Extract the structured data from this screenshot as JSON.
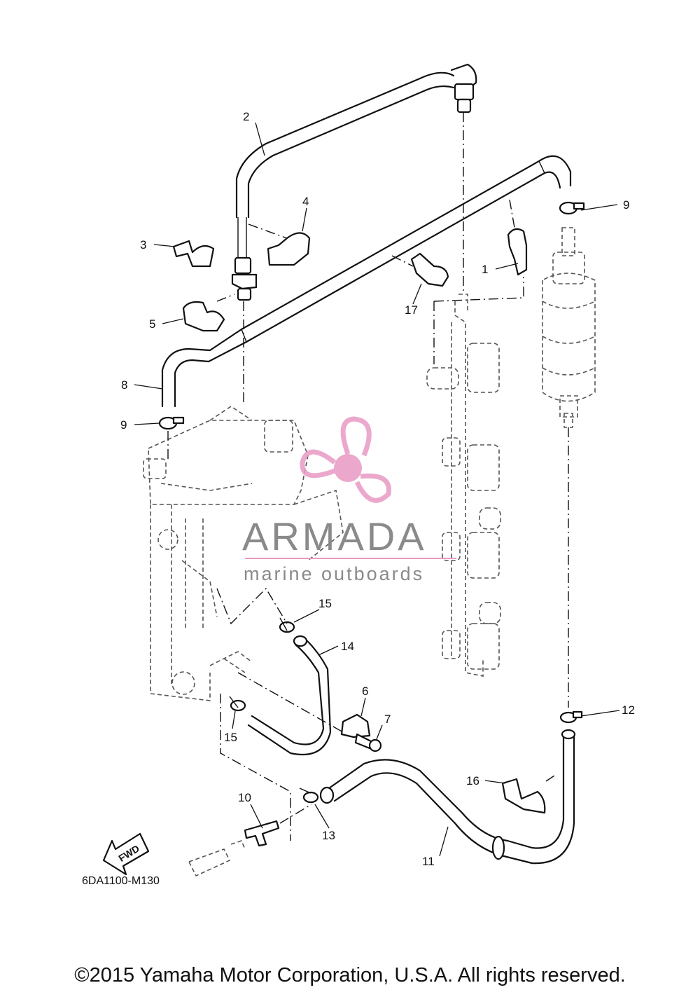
{
  "diagram": {
    "callouts": [
      {
        "id": "1"
      },
      {
        "id": "2"
      },
      {
        "id": "3"
      },
      {
        "id": "4"
      },
      {
        "id": "5"
      },
      {
        "id": "6"
      },
      {
        "id": "7"
      },
      {
        "id": "8"
      },
      {
        "id": "9a",
        "label": "9"
      },
      {
        "id": "9b",
        "label": "9"
      },
      {
        "id": "10"
      },
      {
        "id": "11"
      },
      {
        "id": "12"
      },
      {
        "id": "13"
      },
      {
        "id": "14"
      },
      {
        "id": "15a",
        "label": "15"
      },
      {
        "id": "15b",
        "label": "15"
      },
      {
        "id": "16"
      },
      {
        "id": "17"
      }
    ],
    "fwd_label": "FWD",
    "part_code": "6DA1100-M130"
  },
  "watermark": {
    "brand": "ARMADA",
    "tagline": "marine outboards",
    "color": "#e89ac4"
  },
  "footer": {
    "copyright": "©2015 Yamaha Motor Corporation, U.S.A. All rights reserved."
  }
}
